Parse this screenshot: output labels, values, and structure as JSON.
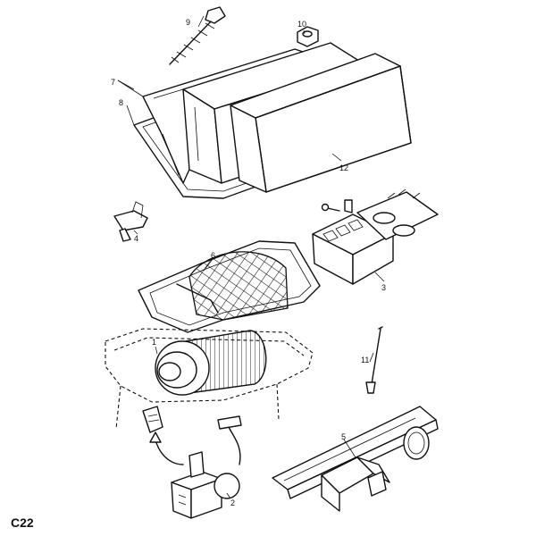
{
  "diagram_code": "C22",
  "callouts": [
    "1",
    "2",
    "3",
    "4",
    "5",
    "6",
    "7",
    "8",
    "9",
    "10",
    "11",
    "12"
  ]
}
